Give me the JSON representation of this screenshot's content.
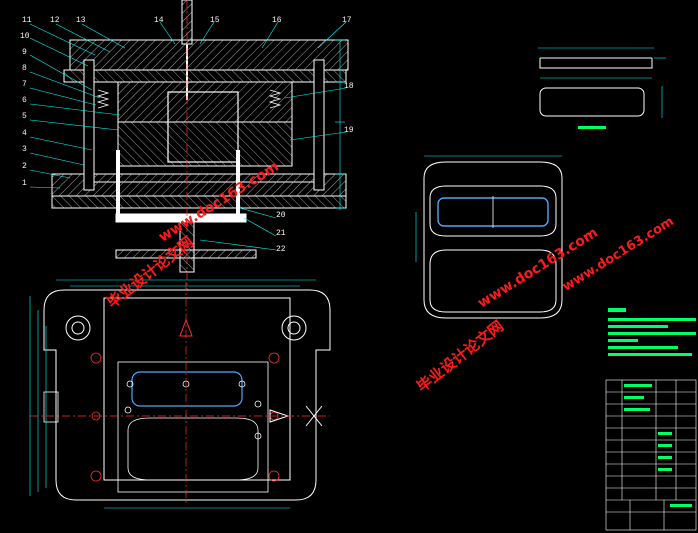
{
  "callouts_left": [
    "11",
    "12",
    "13",
    "10",
    "9",
    "8",
    "7",
    "6",
    "5",
    "4",
    "3",
    "2",
    "1"
  ],
  "callouts_top": [
    "14",
    "15",
    "16",
    "17"
  ],
  "callouts_right": [
    "18",
    "19",
    "20",
    "21",
    "22"
  ],
  "watermark": {
    "site": "www.doc163.com",
    "name": "毕业设计论文网"
  },
  "colors": {
    "background": "#000000",
    "outline": "#ffffff",
    "hatch": "#d9d9d9",
    "dimension": "#00ffff",
    "center": "#ff3030",
    "notes": "#00ff66",
    "watermark": "#ff1a1a",
    "part": "#4da6ff"
  }
}
